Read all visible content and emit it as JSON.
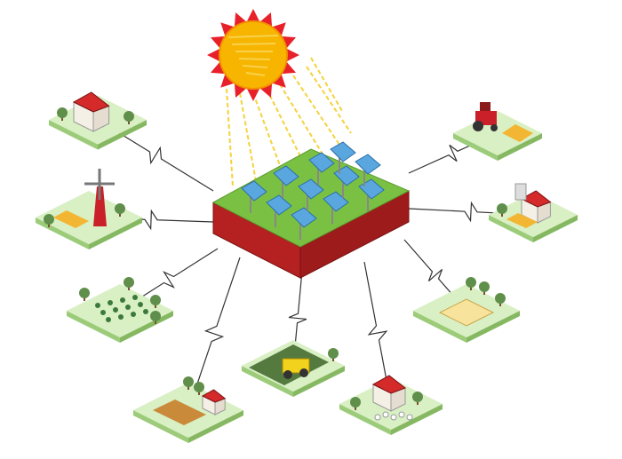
{
  "illustration": {
    "colors": {
      "sun_core": "#f7b500",
      "sun_spikes": "#e8202a",
      "rays": "#f5d23a",
      "grass": "#7ac143",
      "block_side": "#9e1b1b",
      "panel": "#5aa7e0",
      "tile_ground": "#d9efc4",
      "wire": "#333333"
    },
    "elements": [
      "sun-icon",
      "solar-panel-block",
      "farmhouse-tile",
      "tractor-tile",
      "windmill-tile",
      "house-tile",
      "orchard-tile",
      "pond-tile",
      "crop-field-tile",
      "harvester-tile",
      "barn-tile"
    ]
  }
}
